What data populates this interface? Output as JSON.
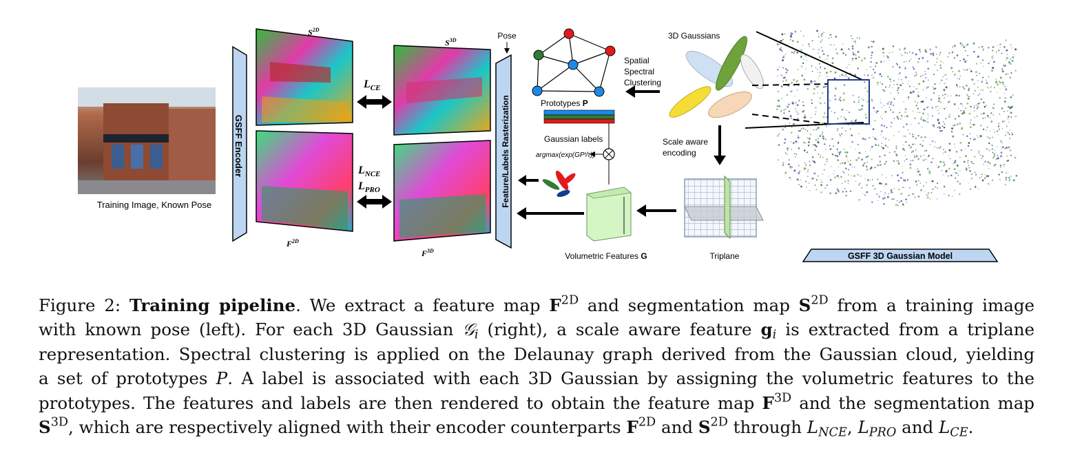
{
  "figure": {
    "labels": {
      "training_image": "Training Image, Known Pose",
      "encoder": "GSFF Encoder",
      "rasterization": "Feature/Labels Rasterization",
      "pose": "Pose",
      "s2d": "S",
      "s2d_sup": "2D",
      "f2d": "F",
      "f2d_sup": "2D",
      "s3d": "S",
      "s3d_sup": "3D",
      "f3d": "F",
      "f3d_sup": "3D",
      "l_ce": "L",
      "l_ce_sub": "CE",
      "l_nce": "L",
      "l_nce_sub": "NCE",
      "l_pro": "L",
      "l_pro_sub": "PRO",
      "prototypes": "Prototypes",
      "prototypes_bold": "P",
      "spectral_1": "Spatial",
      "spectral_2": "Spectral",
      "spectral_3": "Clustering",
      "gaussians_3d": "3D Gaussians",
      "gaussian_labels": "Gaussian labels",
      "argmax": "argmax(exp(GPᵗ/τ))",
      "scale_1": "Scale aware",
      "scale_2": "encoding",
      "volumetric": "Volumetric Features",
      "volumetric_bold": "G",
      "triplane": "Triplane",
      "model": "GSFF 3D Gaussian Model"
    },
    "colors": {
      "blue_bar": "#bcd6f2",
      "node_red": "#e31a1c",
      "node_green": "#2e7d32",
      "node_blue": "#1e88e5",
      "volume": "#d4f5c4",
      "model_box": "#bcd6f2"
    }
  },
  "caption": {
    "l1_a": "Figure 2: ",
    "l1_b": "Training pipeline",
    "l1_c": ". We extract a feature map ",
    "F": "F",
    "S": "S",
    "sup2d": "2D",
    "sup3d": "3D",
    "l1_d": " and segmentation map ",
    "l1_e": " from a training image",
    "l2_a": "with known pose (left). For each 3D Gaussian ",
    "Gi": "𝒢",
    "sub_i": "i",
    "l2_b": " (right), a scale aware feature ",
    "g": "g",
    "l2_c": " is extracted from a triplane",
    "l3": "representation. Spectral clustering is applied on the Delaunay graph derived from the Gaussian cloud, yielding",
    "l4_a": "a set of prototypes ",
    "P": "P",
    "l4_b": ". A label is associated with each 3D Gaussian by assigning the volumetric features to the",
    "l5_a": "prototypes. The features and labels are then rendered to obtain the feature map ",
    "l5_b": " and the segmentation map",
    "l6_a": ", which are respectively aligned with their encoder counterparts ",
    "l6_b": " and ",
    "l6_c": " through ",
    "L": "L",
    "NCE": "NCE",
    "PRO": "PRO",
    "CE": "CE",
    "comma": ", ",
    "and": " and ",
    "period": "."
  }
}
